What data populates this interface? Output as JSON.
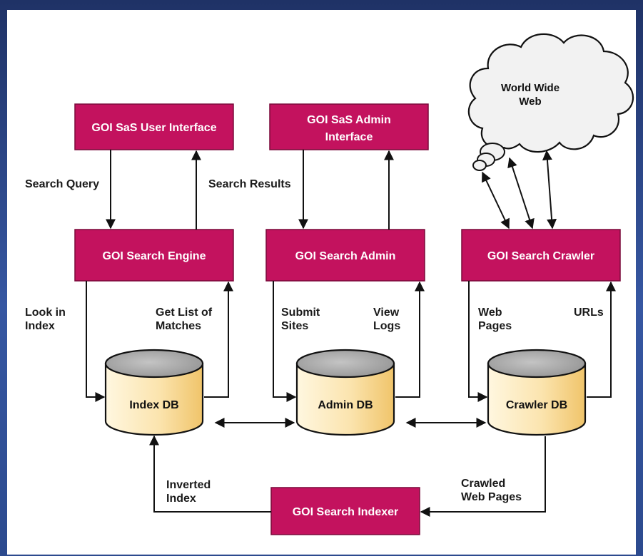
{
  "colors": {
    "box_fill": "#c3125e",
    "box_border": "#7a0a3a",
    "db_top": "#a9a9a9",
    "db_body_light": "#fff6dc",
    "db_body_dark": "#f4cf86",
    "frame": "#2c4a8e",
    "cloud_fill": "#f2f2f2"
  },
  "cloud": {
    "line1": "World Wide",
    "line2": "Web"
  },
  "boxes": {
    "user_interface": {
      "line1": "GOI SaS User Interface"
    },
    "admin_interface": {
      "line1": "GOI SaS Admin",
      "line2": "Interface"
    },
    "search_engine": {
      "line1": "GOI Search Engine"
    },
    "search_admin": {
      "line1": "GOI Search Admin"
    },
    "search_crawler": {
      "line1": "GOI Search Crawler"
    },
    "search_indexer": {
      "line1": "GOI Search Indexer"
    }
  },
  "databases": {
    "index": "Index DB",
    "admin": "Admin DB",
    "crawler": "Crawler DB"
  },
  "labels": {
    "search_query": "Search Query",
    "search_results": "Search Results",
    "look_in_index": {
      "line1": "Look in",
      "line2": "Index"
    },
    "get_list": {
      "line1": "Get List of",
      "line2": "Matches"
    },
    "submit_sites": {
      "line1": "Submit",
      "line2": "Sites"
    },
    "view_logs": {
      "line1": "View",
      "line2": "Logs"
    },
    "web_pages": {
      "line1": "Web",
      "line2": "Pages"
    },
    "urls": "URLs",
    "inverted_index": {
      "line1": "Inverted",
      "line2": "Index"
    },
    "crawled_web_pages": {
      "line1": "Crawled",
      "line2": "Web Pages"
    }
  }
}
